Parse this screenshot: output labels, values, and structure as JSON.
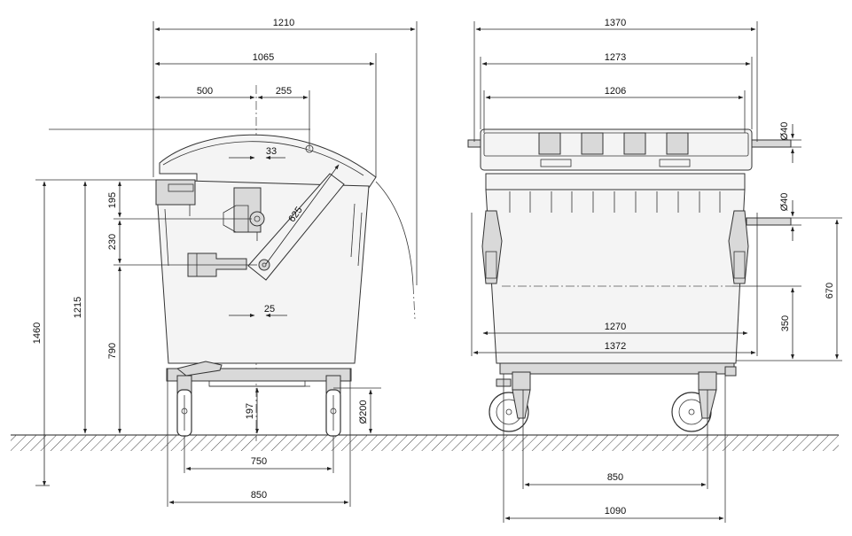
{
  "dimensions": {
    "side_view": {
      "overall_width": "1210",
      "body_width": "1065",
      "front_offset": "500",
      "pivot_offset": "255",
      "hinge_offset": "33",
      "lid_radius": "625",
      "bracket_height": "195",
      "arm_spacing": "230",
      "lower_height": "790",
      "rim_height": "1215",
      "total_height": "1460",
      "axle_offset": "25",
      "ground_clearance": "197",
      "wheel_diameter": "Ø200",
      "inner_wheelbase": "750",
      "outer_wheelbase": "850"
    },
    "front_view": {
      "overall_width": "1370",
      "lid_width": "1273",
      "lid_inner_width": "1206",
      "trunnion_top_dia": "Ø40",
      "trunnion_bottom_dia": "Ø40",
      "trunnion_height": "670",
      "comb_height": "350",
      "comb_width": "1270",
      "body_width": "1372",
      "wheel_track": "850",
      "base_width": "1090"
    }
  }
}
